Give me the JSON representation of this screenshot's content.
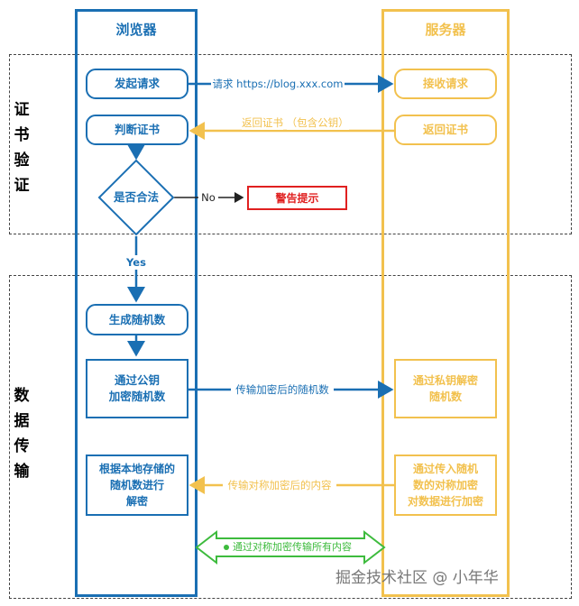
{
  "lanes": {
    "browser": "浏览器",
    "server": "服务器"
  },
  "sections": {
    "cert": [
      "证",
      "书",
      "验",
      "证"
    ],
    "data": [
      "数",
      "据",
      "传",
      "输"
    ]
  },
  "nodes": {
    "send_request": "发起请求",
    "judge_cert": "判断证书",
    "valid": "是否合法",
    "warning": "警告提示",
    "gen_random": "生成随机数",
    "encrypt_random_l1": "通过公钥",
    "encrypt_random_l2": "加密随机数",
    "decrypt_local_l1": "根据本地存储的",
    "decrypt_local_l2": "随机数进行",
    "decrypt_local_l3": "解密",
    "receive_request": "接收请求",
    "return_cert": "返回证书",
    "private_decrypt_l1": "通过私钥解密",
    "private_decrypt_l2": "随机数",
    "sym_encrypt_l1": "通过传入随机",
    "sym_encrypt_l2": "数的对称加密",
    "sym_encrypt_l3": "对数据进行加密"
  },
  "edges": {
    "request": "请求 https://blog.xxx.com",
    "return_cert_l1": "返回证书",
    "return_cert_l2": "（包含公钥）",
    "no": "No",
    "yes": "Yes",
    "send_encrypted_random": "传输加密后的随机数",
    "send_sym_encrypted": "传输对称加密后的内容",
    "all_sym": "通过对称加密传输所有内容"
  },
  "watermark": "掘金技术社区 @ 小年华",
  "colors": {
    "browser": "#1a6fb3",
    "server": "#f2c14e",
    "warning": "#e02020",
    "sym": "#3dbb3d"
  }
}
